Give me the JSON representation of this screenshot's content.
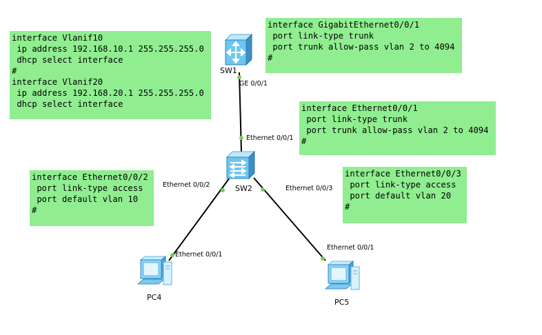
{
  "colors": {
    "note_bg": "#90ee90",
    "port_dot": "#7dc95e",
    "wire": "#000000"
  },
  "notes": {
    "vlanif": [
      "interface Vlanif10",
      " ip address 192.168.10.1 255.255.255.0",
      " dhcp select interface",
      "#",
      "interface Vlanif20",
      " ip address 192.168.20.1 255.255.255.0",
      " dhcp select interface"
    ],
    "sw1_g001": [
      "interface GigabitEthernet0/0/1",
      " port link-type trunk",
      " port trunk allow-pass vlan 2 to 4094",
      "#"
    ],
    "sw2_e001": [
      "interface Ethernet0/0/1",
      " port link-type trunk",
      " port trunk allow-pass vlan 2 to 4094",
      "#"
    ],
    "sw2_e002": [
      "interface Ethernet0/0/2",
      " port link-type access",
      " port default vlan 10",
      "#"
    ],
    "sw2_e003": [
      "interface Ethernet0/0/3",
      " port link-type access",
      " port default vlan 20",
      "#"
    ]
  },
  "devices": {
    "sw1": {
      "name": "SW1",
      "icon": "layer3-switch-icon"
    },
    "sw2": {
      "name": "SW2",
      "icon": "layer2-switch-icon"
    },
    "pc4": {
      "name": "PC4",
      "icon": "pc-icon"
    },
    "pc5": {
      "name": "PC5",
      "icon": "pc-icon"
    }
  },
  "ports": {
    "sw1_uplink": "GE 0/0/1",
    "sw2_uplink": "Ethernet 0/0/1",
    "sw2_to_pc4": "Ethernet 0/0/2",
    "sw2_to_pc5": "Ethernet 0/0/3",
    "pc4_port": "Ethernet 0/0/1",
    "pc5_port": "Ethernet 0/0/1"
  }
}
